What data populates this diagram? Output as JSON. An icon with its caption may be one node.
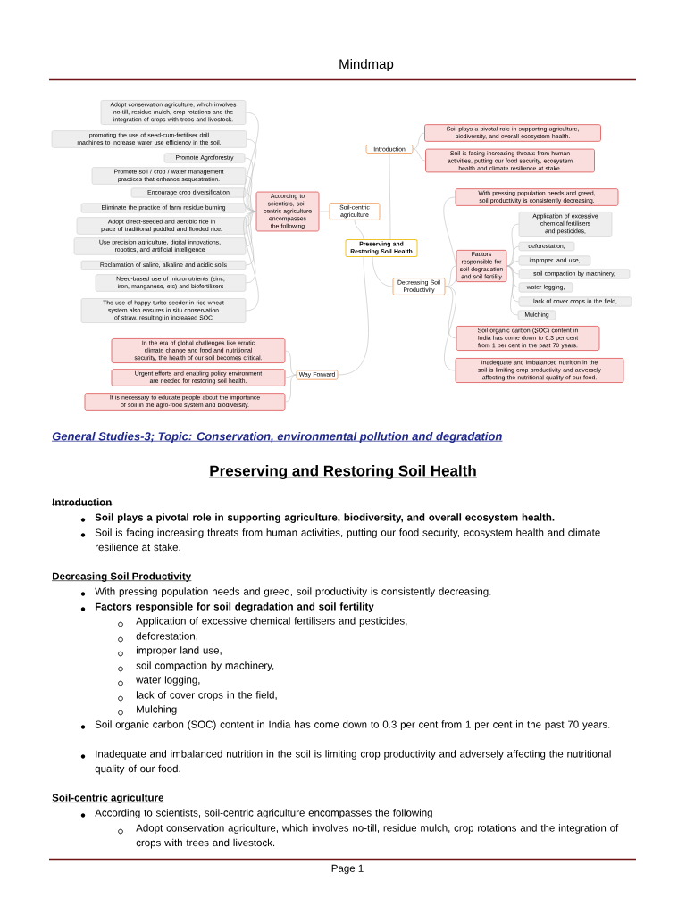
{
  "diagram": {
    "title": "Preserving and Restoring Soil Health",
    "nodes": [
      {
        "text": [
          "Preserving and Restoring Soil Health"
        ]
      },
      {
        "text": [
          "Introduction"
        ]
      },
      {
        "text": [
          "Soil plays a pivotal role in supporting agriculture, biodiversity, and overall ecosystem health."
        ]
      },
      {
        "text": [
          "Soil is facing increasing threats from human activities, putting our food security, ecosystem health and climate resilience at stake."
        ]
      },
      {
        "text": [
          "Soil-centric agriculture"
        ]
      },
      {
        "text": [
          "According to scientists, soil-centric agriculture encompasses the following"
        ]
      },
      {
        "text": [
          "Adopt conservation agriculture, which involves no-till, residue mulch, crop rotations and the integration of crops with trees and livestock."
        ]
      },
      {
        "text": [
          "promoting the use of seed-cum-fertiliser drill machines to increase water use efficiency in the soil."
        ]
      },
      {
        "text": [
          "Promote Agroforestry"
        ]
      },
      {
        "text": [
          "Promote soil / crop / water management practices that enhance sequestration."
        ]
      },
      {
        "text": [
          "Encourage crop diversification"
        ]
      },
      {
        "text": [
          "Eliminate the practice of farm residue burning"
        ]
      },
      {
        "text": [
          "Adopt direct-seeded and aerobic rice in place of traditional puddled and flooded rice."
        ]
      },
      {
        "text": [
          "Use precision agriculture, digital innovations, robotics, and artificial intelligence"
        ]
      },
      {
        "text": [
          "Reclamation of saline, alkaline and acidic soils"
        ]
      },
      {
        "text": [
          "Need-based use of micronutrients (zinc, iron, manganese, etc) and biofertilizers"
        ]
      },
      {
        "text": [
          "The use of happy turbo seeder in rice-wheat system also ensures in situ conservation of straw, resulting in increased SOC"
        ]
      },
      {
        "text": [
          "Decreasing Soil Productivity"
        ]
      },
      {
        "text": [
          "With pressing population needs and greed, soil productivity is consistently decreasing."
        ]
      },
      {
        "text": [
          "Factors responsible for soil degradation and soil fertility"
        ]
      },
      {
        "text": [
          "Application of excessive chemical fertilisers and pesticides,"
        ]
      },
      {
        "text": [
          "deforestation,"
        ]
      },
      {
        "text": [
          "improper land use,"
        ]
      },
      {
        "text": [
          "soil compaction by machinery,"
        ]
      },
      {
        "text": [
          "water logging,"
        ]
      },
      {
        "text": [
          "lack of cover crops in the field,"
        ]
      },
      {
        "text": [
          "Mulching"
        ]
      },
      {
        "text": [
          "Soil organic carbon (SOC) content in India has come down to 0.3 per cent from 1 per cent in the past 70 years."
        ]
      },
      {
        "text": [
          "Inadequate and imbalanced nutrition in the soil is limiting crop productivity and adversely affecting the nutritional quality of our food."
        ]
      },
      {
        "text": [
          "Way Forward"
        ]
      },
      {
        "text": [
          "In the era of global challenges like erratic climate change and food and nutritional security, the health of our soil becomes critical."
        ]
      },
      {
        "text": [
          "Urgent efforts and enabling policy environment are needed for restoring soil health."
        ]
      },
      {
        "text": [
          "It is necessary to educate people about the importance of soil in the agro-food system and biodiversity."
        ]
      }
    ],
    "edges": [
      {
        "from": 0,
        "to": 1,
        "arrow": "none"
      },
      {
        "from": 1,
        "to": 2,
        "arrow": "none"
      },
      {
        "from": 1,
        "to": 3,
        "arrow": "none"
      },
      {
        "from": 0,
        "to": 4,
        "arrow": "none"
      },
      {
        "from": 4,
        "to": 5,
        "arrow": "none"
      },
      {
        "from": 5,
        "to": 6,
        "arrow": "none"
      },
      {
        "from": 5,
        "to": 7,
        "arrow": "none"
      },
      {
        "from": 5,
        "to": 8,
        "arrow": "none"
      },
      {
        "from": 5,
        "to": 9,
        "arrow": "none"
      },
      {
        "from": 5,
        "to": 10,
        "arrow": "none"
      },
      {
        "from": 5,
        "to": 11,
        "arrow": "none"
      },
      {
        "from": 5,
        "to": 12,
        "arrow": "none"
      },
      {
        "from": 5,
        "to": 13,
        "arrow": "none"
      },
      {
        "from": 5,
        "to": 14,
        "arrow": "none"
      },
      {
        "from": 5,
        "to": 15,
        "arrow": "none"
      },
      {
        "from": 5,
        "to": 16,
        "arrow": "none"
      },
      {
        "from": 0,
        "to": 17,
        "arrow": "none"
      },
      {
        "from": 17,
        "to": 18,
        "arrow": "none"
      },
      {
        "from": 17,
        "to": 19,
        "arrow": "none"
      },
      {
        "from": 19,
        "to": 20,
        "arrow": "none"
      },
      {
        "from": 19,
        "to": 21,
        "arrow": "none"
      },
      {
        "from": 19,
        "to": 22,
        "arrow": "none"
      },
      {
        "from": 19,
        "to": 23,
        "arrow": "none"
      },
      {
        "from": 19,
        "to": 24,
        "arrow": "none"
      },
      {
        "from": 19,
        "to": 25,
        "arrow": "none"
      },
      {
        "from": 19,
        "to": 26,
        "arrow": "none"
      },
      {
        "from": 17,
        "to": 27,
        "arrow": "none"
      },
      {
        "from": 17,
        "to": 28,
        "arrow": "none"
      },
      {
        "from": 0,
        "to": 29,
        "arrow": "none"
      },
      {
        "from": 29,
        "to": 30,
        "arrow": "none"
      },
      {
        "from": 29,
        "to": 31,
        "arrow": "none"
      },
      {
        "from": 29,
        "to": 32,
        "arrow": "none"
      }
    ],
    "labels": [
      "Mindmap",
      "General Studies-3; Topic: Conservation, environmental pollution and degradation",
      "Introduction",
      "Soil plays a pivotal role in supporting agriculture, biodiversity, and overall ecosystem health.",
      "Soil is facing increasing threats from human activities, putting our food security, ecosystem health and climate resilience at stake.",
      "Decreasing Soil Productivity",
      "With pressing population needs and greed, soil productivity is consistently decreasing.",
      "Factors responsible for soil degradation and soil fertility",
      "Application of excessive chemical fertilisers and pesticides,",
      "deforestation,",
      "improper land use,",
      "soil compaction by machinery,",
      "water logging,",
      "lack of cover crops in the field,",
      "Mulching",
      "Soil organic carbon (SOC) content in India has come down to 0.3 per cent from 1 per cent in the past 70 years.",
      "Inadequate and imbalanced nutrition in the soil is limiting crop productivity and adversely affecting the nutritional quality of our food.",
      "Soil-centric agriculture",
      "According to scientists, soil-centric agriculture encompasses the following",
      "Adopt conservation agriculture, which involves no-till, residue mulch, crop rotations and the integration of crops with trees and livestock.",
      "Page 1"
    ]
  }
}
